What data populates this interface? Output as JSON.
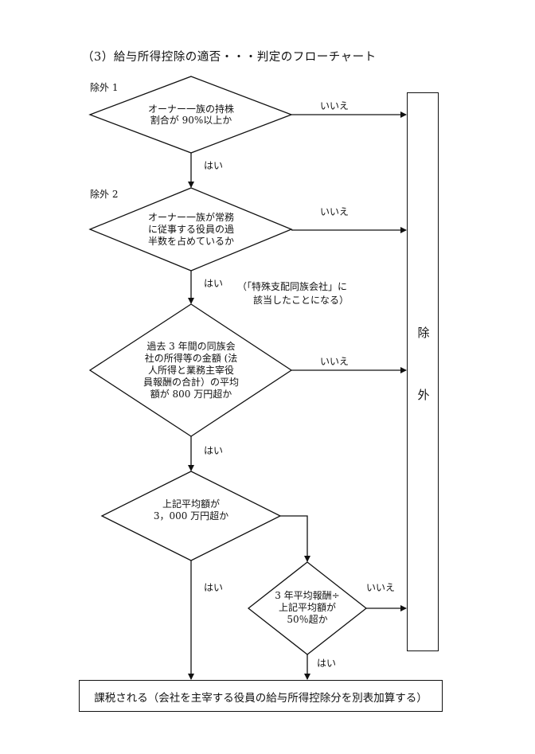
{
  "title": "（3）給与所得控除の適否・・・判定のフローチャート",
  "exclusion1_label": "除外 1",
  "exclusion2_label": "除外 2",
  "decisions": [
    {
      "lines": [
        "オーナー一族の持株",
        "割合が 90%以上か"
      ]
    },
    {
      "lines": [
        "オーナー一族が常務",
        "に従事する役員の過",
        "半数を占めているか"
      ]
    },
    {
      "lines": [
        "過去 3 年間の同族会",
        "社の所得等の金額 (法",
        "人所得と業務主宰役",
        "員報酬の合計）の平均",
        "額が 800 万円超か"
      ]
    },
    {
      "lines": [
        "上記平均額が",
        "3，000 万円超か"
      ]
    },
    {
      "lines": [
        "3 年平均報酬÷",
        "上記平均額が",
        "50％超か"
      ]
    }
  ],
  "yes_label": "はい",
  "no_label": "いいえ",
  "special_note": [
    "（「特殊支配同族会社」に",
    "該当したことになる）"
  ],
  "exclude_box": [
    "除",
    "外"
  ],
  "result": "課税される（会社を主宰する役員の給与所得控除分を別表加算する）"
}
